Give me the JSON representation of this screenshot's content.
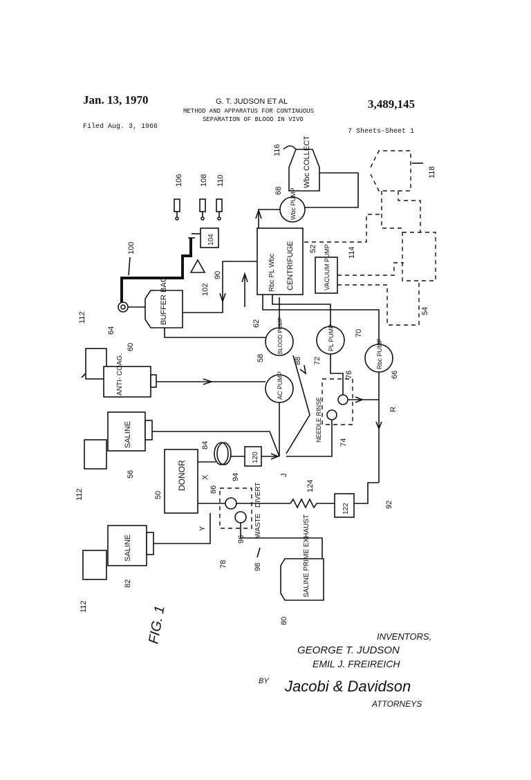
{
  "header": {
    "date": "Jan. 13, 1970",
    "inventor_line": "G. T. JUDSON ET AL",
    "title_line_1": "METHOD AND APPARATUS FOR CONTINUOUS",
    "title_line_2": "SEPARATION OF BLOOD IN VIVO",
    "patent_number": "3,489,145",
    "filed": "Filed Aug. 3, 1966",
    "sheets": "7 Sheets-Sheet 1"
  },
  "components": {
    "wbc_collect": "Wbc COLLECT",
    "wbc_pump": "Wbc PUMP",
    "centrifuge_main": "CENTRIFUGE",
    "centrifuge_ports": "Rbc PL Wbc",
    "vacuum_pump": "VACUUM PUMP",
    "buffer_bag": "BUFFER BAG",
    "blood_pump": "BLOOD PUMP",
    "pl_pump": "PL PUMP",
    "rbc_pump": "Rbc PUMP",
    "anti_coag": "ANTI- COAG.",
    "ac_pump": "AC PUMP",
    "needle_rinse": "NEEDLE RINSE",
    "saline_upper": "SALINE",
    "donor": "DONOR",
    "divert": "DIVERT",
    "waste": "WASTE",
    "saline_lower": "SALINE",
    "saline_prime_exhaust": "SALINE PRIME EXHAUST",
    "box_104": "104",
    "box_120": "120",
    "box_122": "122"
  },
  "ref_numbers": {
    "n116": "116",
    "n118": "118",
    "n68": "68",
    "n106": "106",
    "n108": "108",
    "n110": "110",
    "n100": "100",
    "n52": "52",
    "n114": "114",
    "n54": "54",
    "n90": "90",
    "n102": "102",
    "n64": "64",
    "n62": "62",
    "n70": "70",
    "n66": "66",
    "n112a": "112",
    "n60": "60",
    "n58": "58",
    "n88": "88",
    "n72": "72",
    "n76": "76",
    "n74": "74",
    "n112b": "112",
    "n56": "56",
    "n84": "84",
    "n86": "86",
    "n94": "94",
    "n50": "50",
    "n124": "124",
    "n92": "92",
    "n78": "78",
    "n96": "96",
    "n98": "98",
    "n82": "82",
    "n112c": "112",
    "n80": "80"
  },
  "line_labels": {
    "x": "X",
    "y": "Y",
    "j": "J",
    "r": "R"
  },
  "figure_label": "FIG. 1",
  "inventors": {
    "heading": "INVENTORS,",
    "name_1": "GEORGE T. JUDSON",
    "name_2": "EMIL J. FREIREICH",
    "by": "BY",
    "signature": "Jacobi & Davidson",
    "role": "ATTORNEYS"
  }
}
